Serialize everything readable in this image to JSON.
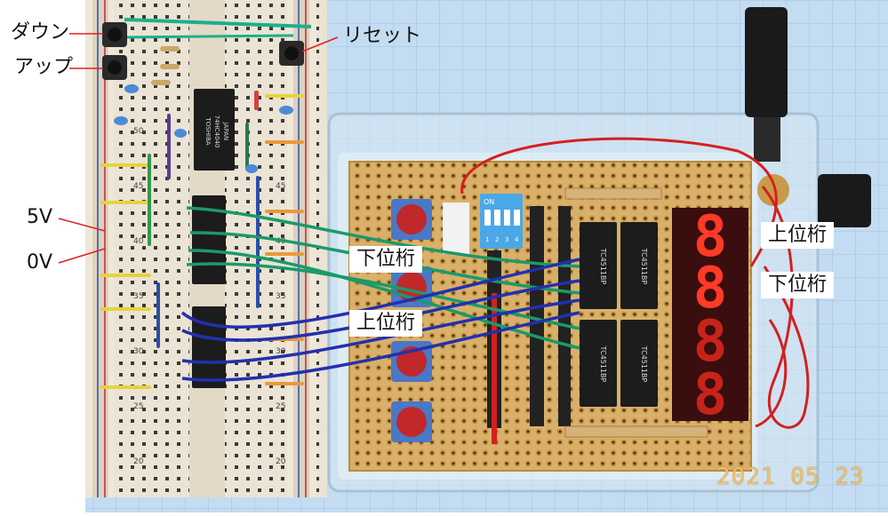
{
  "labels": {
    "down": "ダウン",
    "up": "アップ",
    "reset": "リセット",
    "v5": "5V",
    "v0": "0V",
    "lower_digit_1": "下位桁",
    "upper_digit_1": "上位桁",
    "upper_digit_2": "上位桁",
    "lower_digit_2": "下位桁"
  },
  "chips": {
    "counter": [
      "TOSHIBA",
      "74HC4040",
      "JAPAN"
    ],
    "decoder_1": "TC4511BP",
    "decoder_2": "TC4511BP",
    "decoder_3": "TC4511BP",
    "decoder_4": "TC4511BP"
  },
  "dip_switch": {
    "on_label": "ON",
    "numbers": [
      "1",
      "2",
      "3",
      "4"
    ]
  },
  "breadboard_rows": [
    "50",
    "45",
    "40",
    "35",
    "30",
    "25",
    "20"
  ],
  "display_digits": [
    "8",
    "8",
    "8",
    "8"
  ],
  "date_stamp": "2021 05 23",
  "colors": {
    "breadboard": "#ece4d6",
    "pcb": "#d8b06a",
    "wire_green": "#1a9a6a",
    "wire_blue": "#1f2fa8",
    "wire_red": "#d42020",
    "led_red": "#ff2a1a",
    "background_grid": "#bcd7ee"
  }
}
